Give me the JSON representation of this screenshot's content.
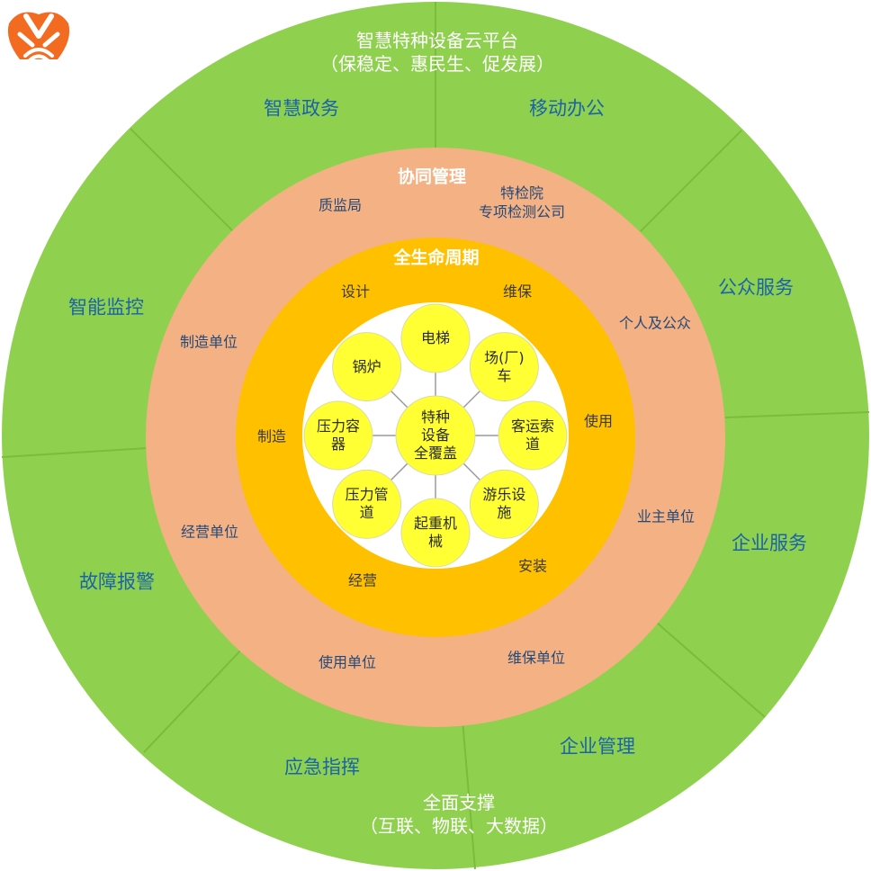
{
  "colors": {
    "outer": "#8fd14f",
    "middle": "#f4b183",
    "lifecycle": "#ffc000",
    "inner": "#ffffff",
    "node": "#ffff33",
    "logo": "#f26b21"
  },
  "logo_icon": "flame-wifi-logo",
  "outer_ring": {
    "top": {
      "title": "智慧特种设备云平台",
      "subtitle": "（保稳定、惠民生、促发展）"
    },
    "bottom": {
      "title": "全面支撑",
      "subtitle": "（互联、物联、大数据）"
    },
    "segments": [
      "智慧政务",
      "移动办公",
      "公众服务",
      "企业服务",
      "企业管理",
      "应急指挥",
      "故障报警",
      "智能监控"
    ]
  },
  "middle_ring": {
    "title": "协同管理",
    "labels": [
      "质监局",
      "特检院",
      "专项检测公司",
      "个人及公众",
      "业主单位",
      "维保单位",
      "使用单位",
      "经营单位",
      "制造单位"
    ]
  },
  "lifecycle_ring": {
    "title": "全生命周期",
    "stages": [
      "设计",
      "维保",
      "使用",
      "安装",
      "经营",
      "制造"
    ]
  },
  "center": {
    "lines": [
      "特种",
      "设备",
      "全覆盖"
    ],
    "nodes": [
      {
        "lines": [
          "电梯"
        ]
      },
      {
        "lines": [
          "场(厂)",
          "车"
        ]
      },
      {
        "lines": [
          "客运索",
          "道"
        ]
      },
      {
        "lines": [
          "游乐设",
          "施"
        ]
      },
      {
        "lines": [
          "起重机",
          "械"
        ]
      },
      {
        "lines": [
          "压力管",
          "道"
        ]
      },
      {
        "lines": [
          "压力容",
          "器"
        ]
      },
      {
        "lines": [
          "锅炉"
        ]
      }
    ]
  }
}
